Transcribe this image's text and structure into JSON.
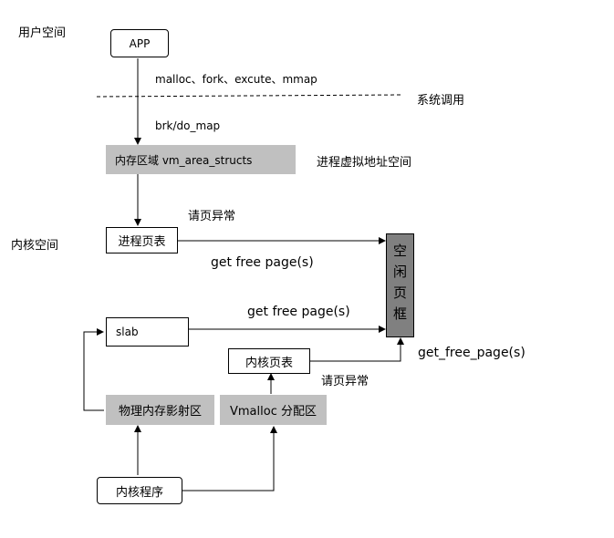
{
  "regions": {
    "user_space": "用户空间",
    "syscall": "系统调用",
    "kernel_space": "内核空间"
  },
  "nodes": {
    "app": "APP",
    "vm_area": "内存区域  vm_area_structs",
    "process_page_table": "进程页表",
    "free_page_frame": "空闲页框",
    "slab": "slab",
    "kernel_page_table": "内核页表",
    "phys_mem_map": "物理内存影射区",
    "vmalloc": "Vmalloc 分配区",
    "kernel_program": "内核程序"
  },
  "labels": {
    "syscalls": "malloc、fork、excute、mmap",
    "brk": "brk/do_map",
    "process_vaddr": "进程虚拟地址空间",
    "page_fault_1": "请页异常",
    "get_free_page_1": "get  free  page(s)",
    "get_free_page_2": "get  free  page(s)",
    "get_free_page_3": "get_free_page(s)",
    "page_fault_2": "请页异常"
  }
}
